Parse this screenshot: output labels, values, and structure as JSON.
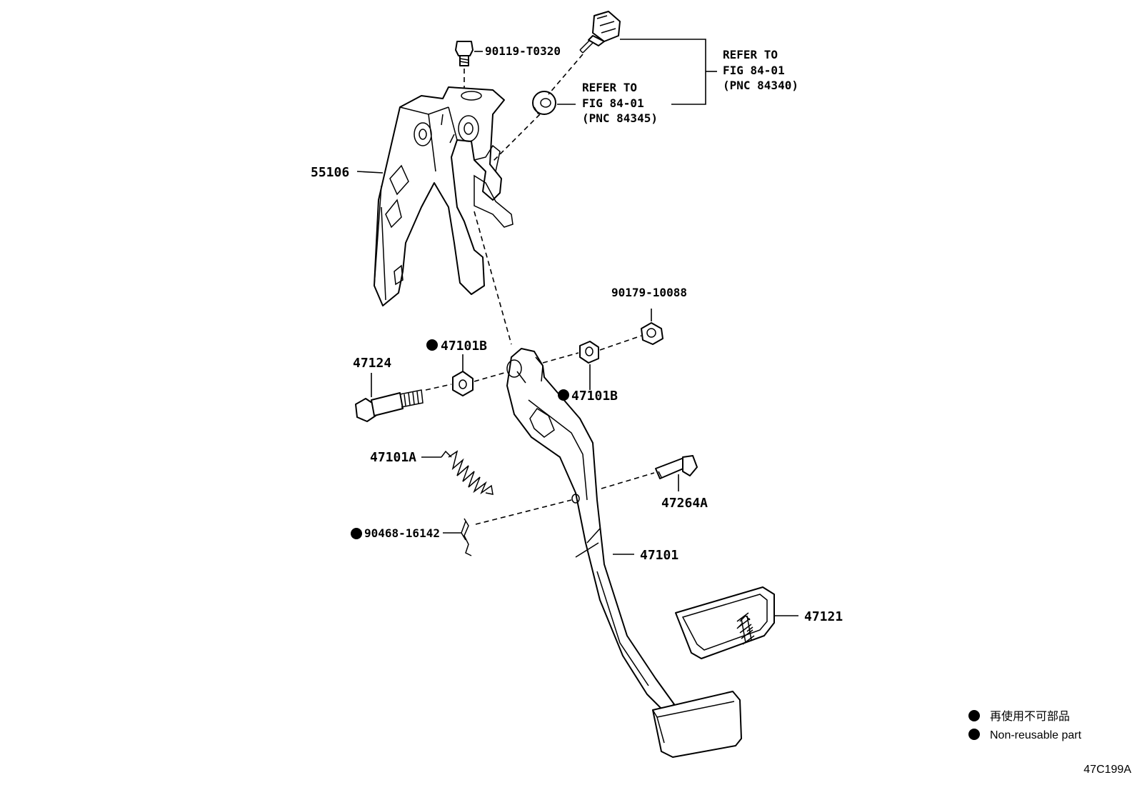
{
  "labels": {
    "bolt_top": "90119-T0320",
    "bracket": "55106",
    "refer_a_line1": "REFER TO",
    "refer_a_line2": "FIG 84-01",
    "refer_a_line3": "(PNC 84340)",
    "refer_b_line1": "REFER TO",
    "refer_b_line2": "FIG 84-01",
    "refer_b_line3": "(PNC 84345)",
    "nut": "90179-10088",
    "bolt_pivot": "47124",
    "bushing_left": "47101B",
    "bushing_right": "47101B",
    "spring": "47101A",
    "pin": "47264A",
    "clip": "90468-16142",
    "pedal_arm": "47101",
    "pedal_pad": "47121"
  },
  "legend": {
    "jp": "再使用不可部品",
    "en": "Non-reusable part"
  },
  "figure_code": "47C199A"
}
